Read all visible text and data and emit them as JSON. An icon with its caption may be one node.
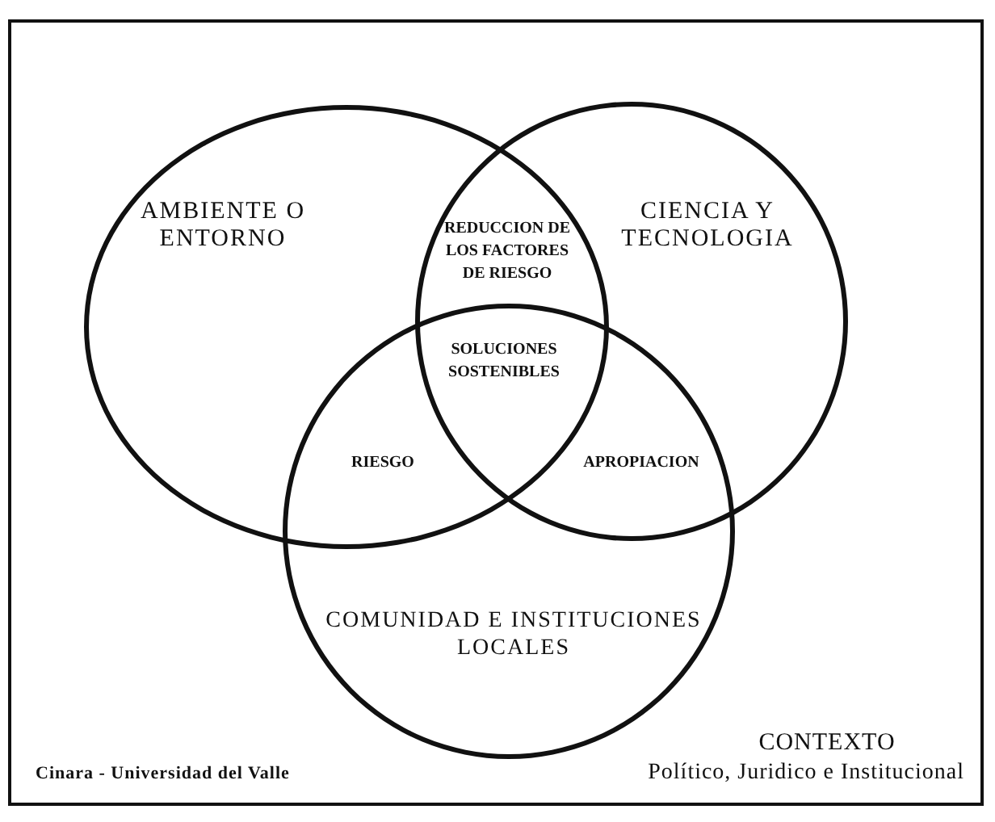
{
  "diagram": {
    "nodes": [
      {
        "text": [
          "CONTEXTO",
          "Político, Juridico e Institucional"
        ]
      },
      {
        "text": [
          "AMBIENTE O ENTORNO"
        ],
        "in": 0
      },
      {
        "text": [
          "CIENCIA Y TECNOLOGIA"
        ],
        "in": 0
      },
      {
        "text": [
          "COMUNIDAD E INSTITUCIONES LOCALES"
        ],
        "in": 0
      }
    ],
    "edges": [],
    "labels": [
      "REDUCCION DE LOS FACTORES DE RIESGO",
      "SOLUCIONES SOSTENIBLES",
      "RIESGO",
      "APROPIACION",
      "Cinara - Universidad del Valle"
    ]
  }
}
